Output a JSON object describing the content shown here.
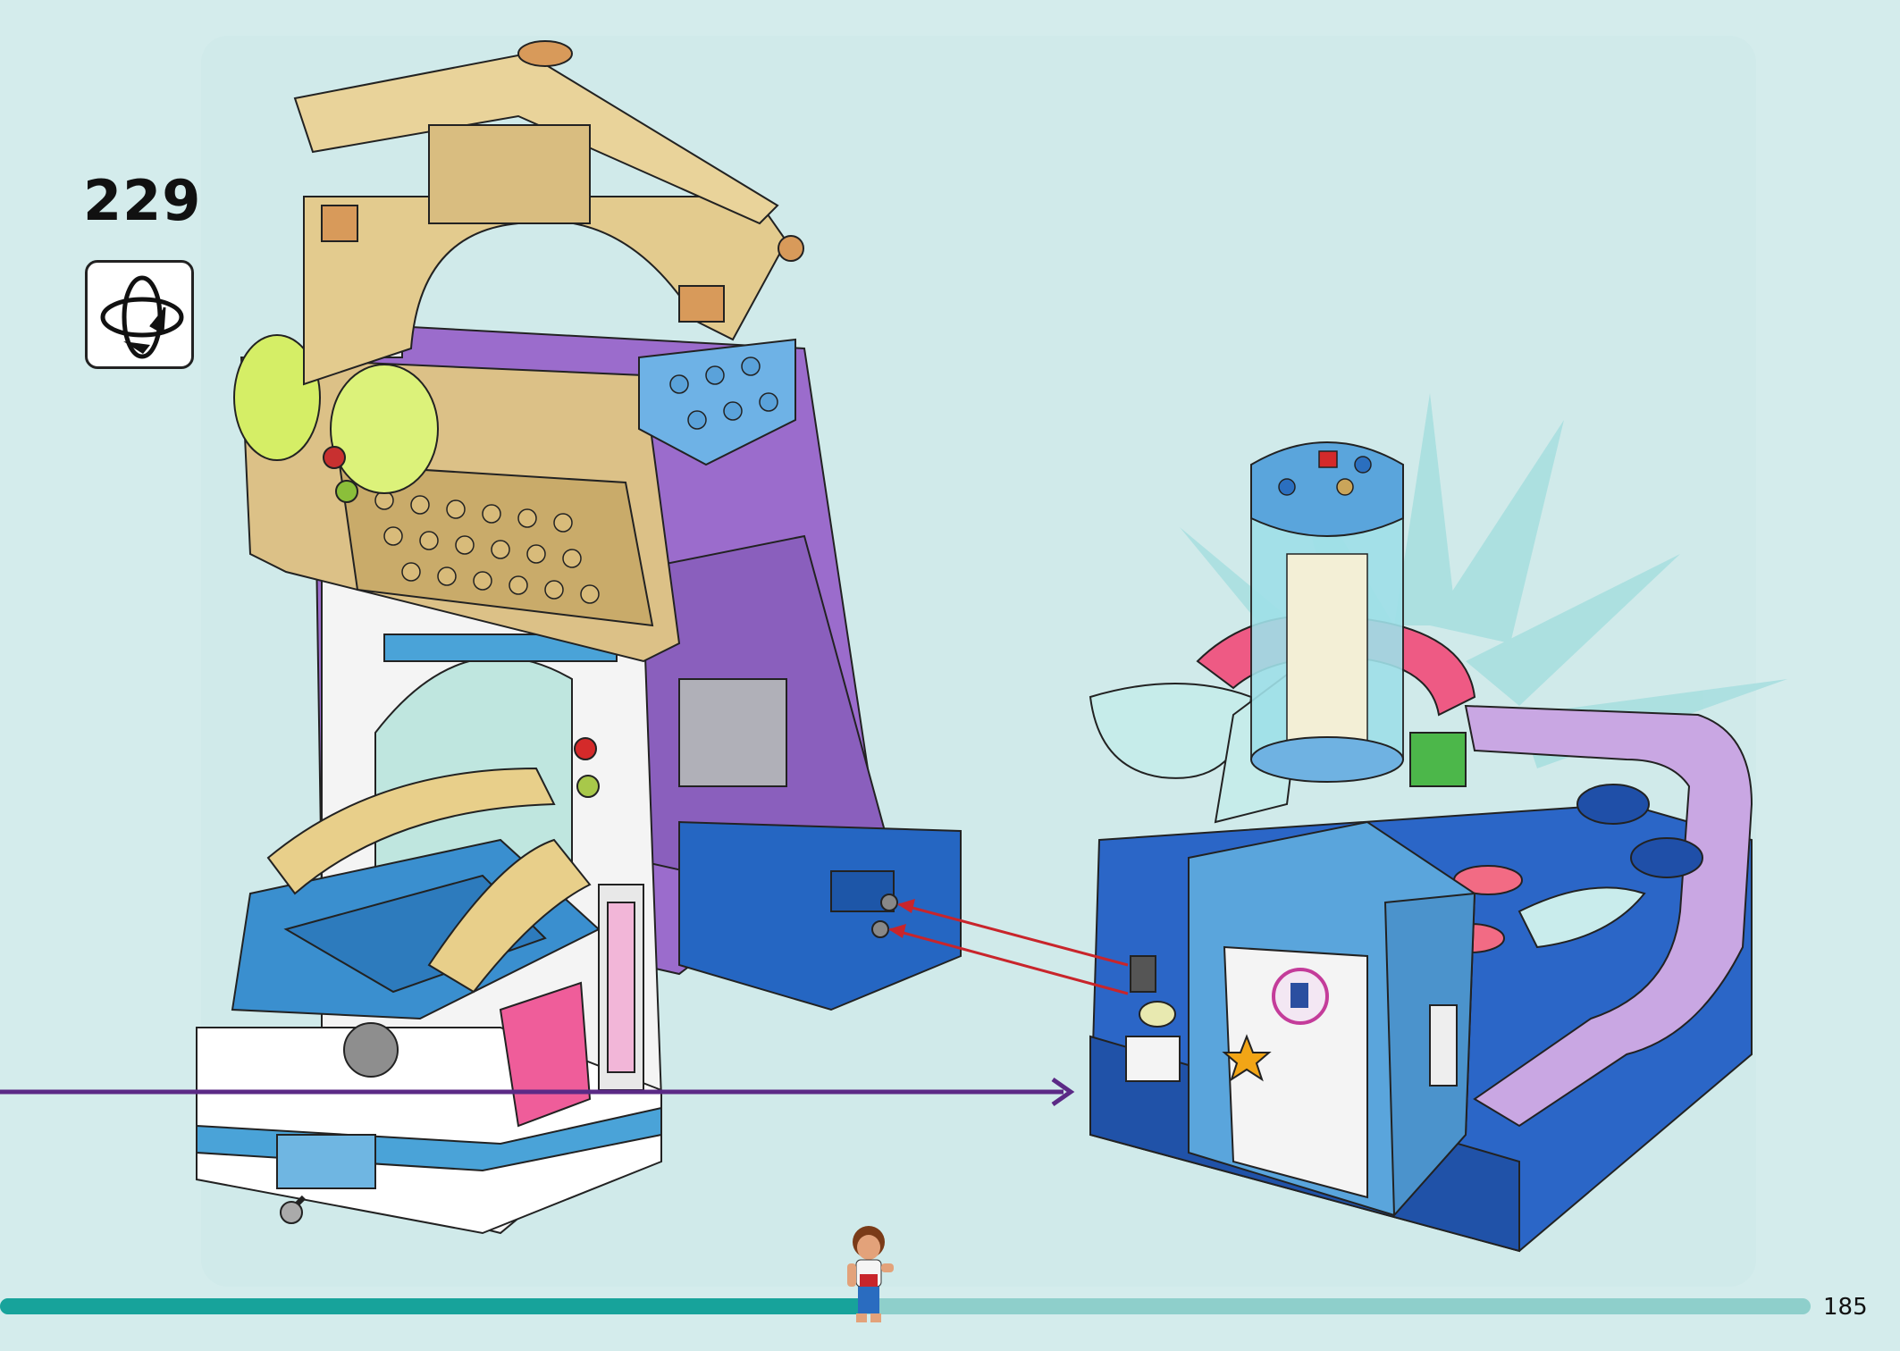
{
  "step": {
    "number": "229"
  },
  "page": {
    "number": "185"
  },
  "progress": {
    "fraction": 0.48
  },
  "icons": {
    "rotate": "rotate-model-icon",
    "figure": "minifigure-progress-icon",
    "toilet": "toilet-sticker-icon",
    "star": "starfish-sticker-icon"
  },
  "colors": {
    "background": "#d4ecec",
    "progress_fill": "#17a39b",
    "progress_track": "#8ecfcb",
    "assembly_arrow": "#5b2a86",
    "connect_arrow": "#c8252b"
  }
}
